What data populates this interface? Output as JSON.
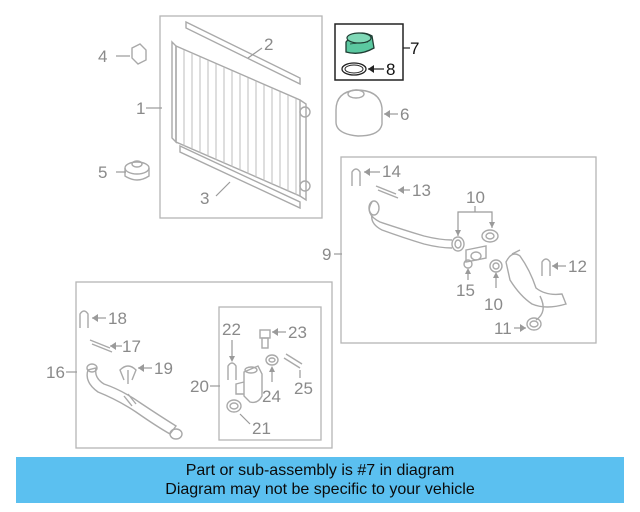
{
  "callouts": {
    "c1": "1",
    "c2": "2",
    "c3": "3",
    "c4": "4",
    "c5": "5",
    "c6": "6",
    "c7": "7",
    "c8": "8",
    "c9": "9",
    "c10a": "10",
    "c10b": "10",
    "c11": "11",
    "c12": "12",
    "c13": "13",
    "c14": "14",
    "c15": "15",
    "c16": "16",
    "c17": "17",
    "c18": "18",
    "c19": "19",
    "c20": "20",
    "c21": "21",
    "c22": "22",
    "c23": "23",
    "c24": "24",
    "c25": "25"
  },
  "colors": {
    "highlight_fill": "#5bc8a0",
    "banner_bg": "#5bc0f0",
    "line_gray": "#a9a9a9"
  },
  "banner": {
    "line1": "Part or sub-assembly is #7 in diagram",
    "line2": "Diagram may not be specific to your vehicle"
  }
}
